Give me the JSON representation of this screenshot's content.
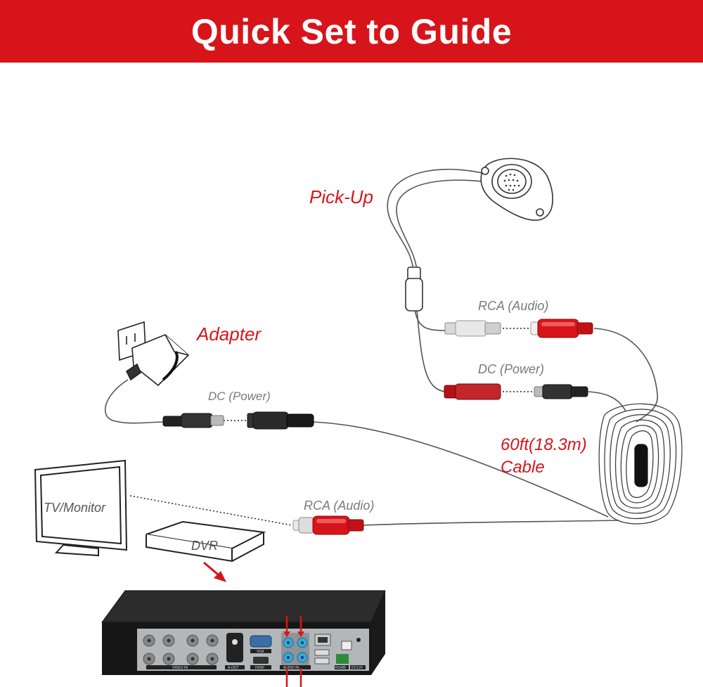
{
  "header": {
    "title": "Quick Set to Guide"
  },
  "labels": {
    "pickup": "Pick-Up",
    "adapter": "Adapter",
    "rca_audio_top": "RCA (Audio)",
    "dc_power_right": "DC (Power)",
    "dc_power_left": "DC (Power)",
    "cable_line1": "60ft(18.3m)",
    "cable_line2": "Cable",
    "tv_monitor": "TV/Monitor",
    "dvr": "DVR",
    "rca_audio_bottom": "RCA (Audio)"
  },
  "dvr_panel": {
    "video_in": "VIDEO IN",
    "a_out": "A-OUT",
    "vga": "VGA",
    "hdmi": "HDMI",
    "audio_in": "AUDIO IN",
    "rs485": "RS485",
    "dc12v": "DC12V"
  },
  "colors": {
    "banner": "#d8141b",
    "rca_red": "#d8141b",
    "audio_port_blue": "#3aa7d8"
  }
}
